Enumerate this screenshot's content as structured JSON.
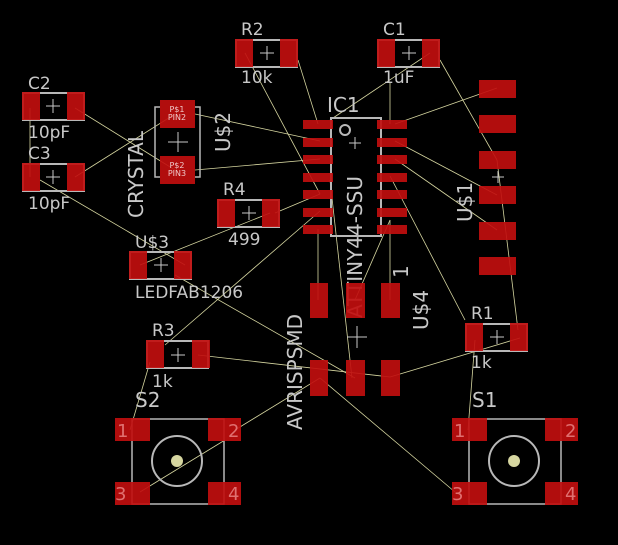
{
  "colors": {
    "background": "#000000",
    "pad": "#c00e0e",
    "silkscreen": "#c8c8c8",
    "airwire": "#d6d6a0"
  },
  "components": {
    "c2": {
      "name": "C2",
      "value": "10pF"
    },
    "c3": {
      "name": "C3",
      "value": "10pF"
    },
    "crystal": {
      "name": "U$2",
      "value": "CRYSTAL",
      "pad1": [
        "P$1",
        "PIN2"
      ],
      "pad2": [
        "P$2",
        "PIN3"
      ]
    },
    "r2": {
      "name": "R2",
      "value": "10k"
    },
    "c1": {
      "name": "C1",
      "value": "1uF"
    },
    "ic1": {
      "name": "IC1",
      "value": "ATTINY44-SSU"
    },
    "us1": {
      "name": "U$1"
    },
    "r4": {
      "name": "R4",
      "value": "499"
    },
    "us3": {
      "name": "U$3",
      "value": "LEDFAB1206"
    },
    "us4": {
      "name": "U$4",
      "pin_label": "1"
    },
    "avrisp": {
      "value": "AVRISPSMD"
    },
    "r1": {
      "name": "R1",
      "value": "1k"
    },
    "r3": {
      "name": "R3",
      "value": "1k"
    },
    "s2": {
      "name": "S2",
      "pins": [
        "1",
        "2",
        "3",
        "4"
      ]
    },
    "s1": {
      "name": "S1",
      "pins": [
        "1",
        "2",
        "3",
        "4"
      ]
    }
  }
}
